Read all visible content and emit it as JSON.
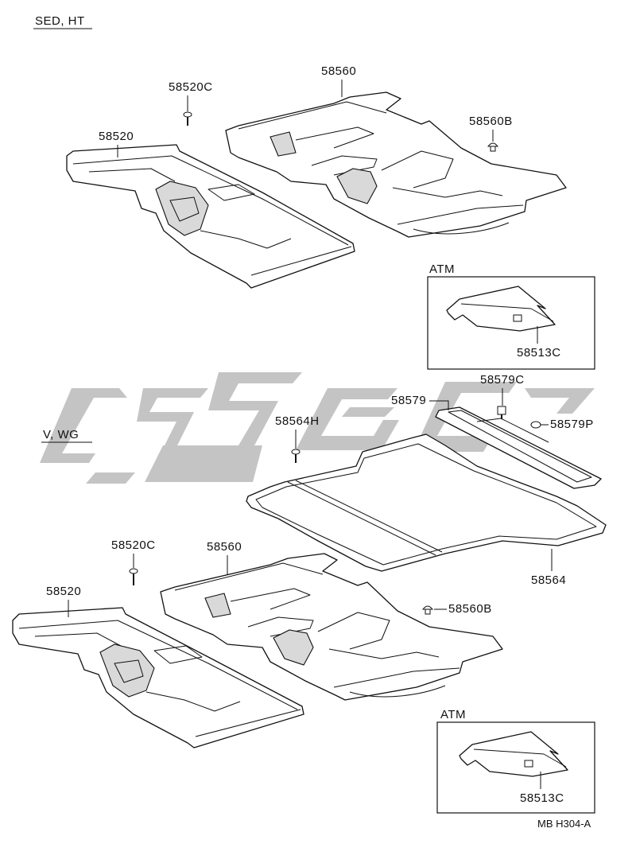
{
  "sections": {
    "top": "SED, HT",
    "bottom": "V, WG"
  },
  "labels": {
    "top_58520c": "58520C",
    "top_58560": "58560",
    "top_58520": "58520",
    "top_58560b": "58560B",
    "top_atm": "ATM",
    "top_58513c": "58513C",
    "p58579c": "58579C",
    "p58579": "58579",
    "p58579p": "58579P",
    "p58564h": "58564H",
    "p58564": "58564",
    "bot_58520c": "58520C",
    "bot_58560": "58560",
    "bot_58520": "58520",
    "bot_58560b": "58560B",
    "bot_atm": "ATM",
    "bot_58513c": "58513C"
  },
  "drawing_code": "MB H304-A",
  "colors": {
    "line": "#111111",
    "watermark": "#c4c4c4",
    "fill": "#ffffff"
  }
}
